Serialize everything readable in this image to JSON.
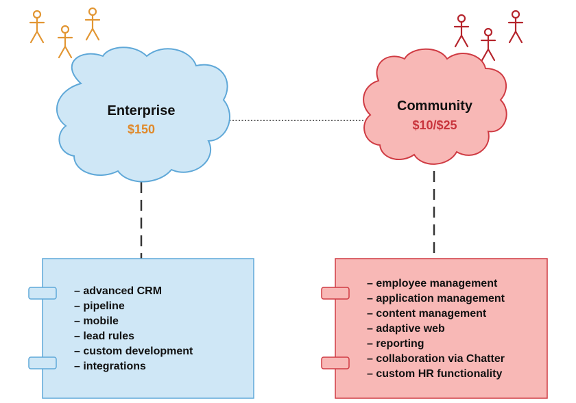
{
  "enterprise": {
    "title": "Enterprise",
    "price": "$150",
    "price_color": "#e0892a",
    "fill_color": "#cfe7f6",
    "stroke_color": "#5fa8d8",
    "actor_color": "#e29633",
    "features": [
      "– advanced CRM",
      "– pipeline",
      "– mobile",
      "– lead rules",
      "– custom development",
      "– integrations"
    ]
  },
  "community": {
    "title": "Community",
    "price": "$10/$25",
    "price_color": "#c8343c",
    "fill_color": "#f8b8b6",
    "stroke_color": "#cf3b43",
    "actor_color": "#b5242c",
    "features": [
      "– employee management",
      "– application management",
      "– content management",
      "– adaptive web",
      "– reporting",
      "– collaboration via Chatter",
      "– custom HR functionality"
    ]
  }
}
